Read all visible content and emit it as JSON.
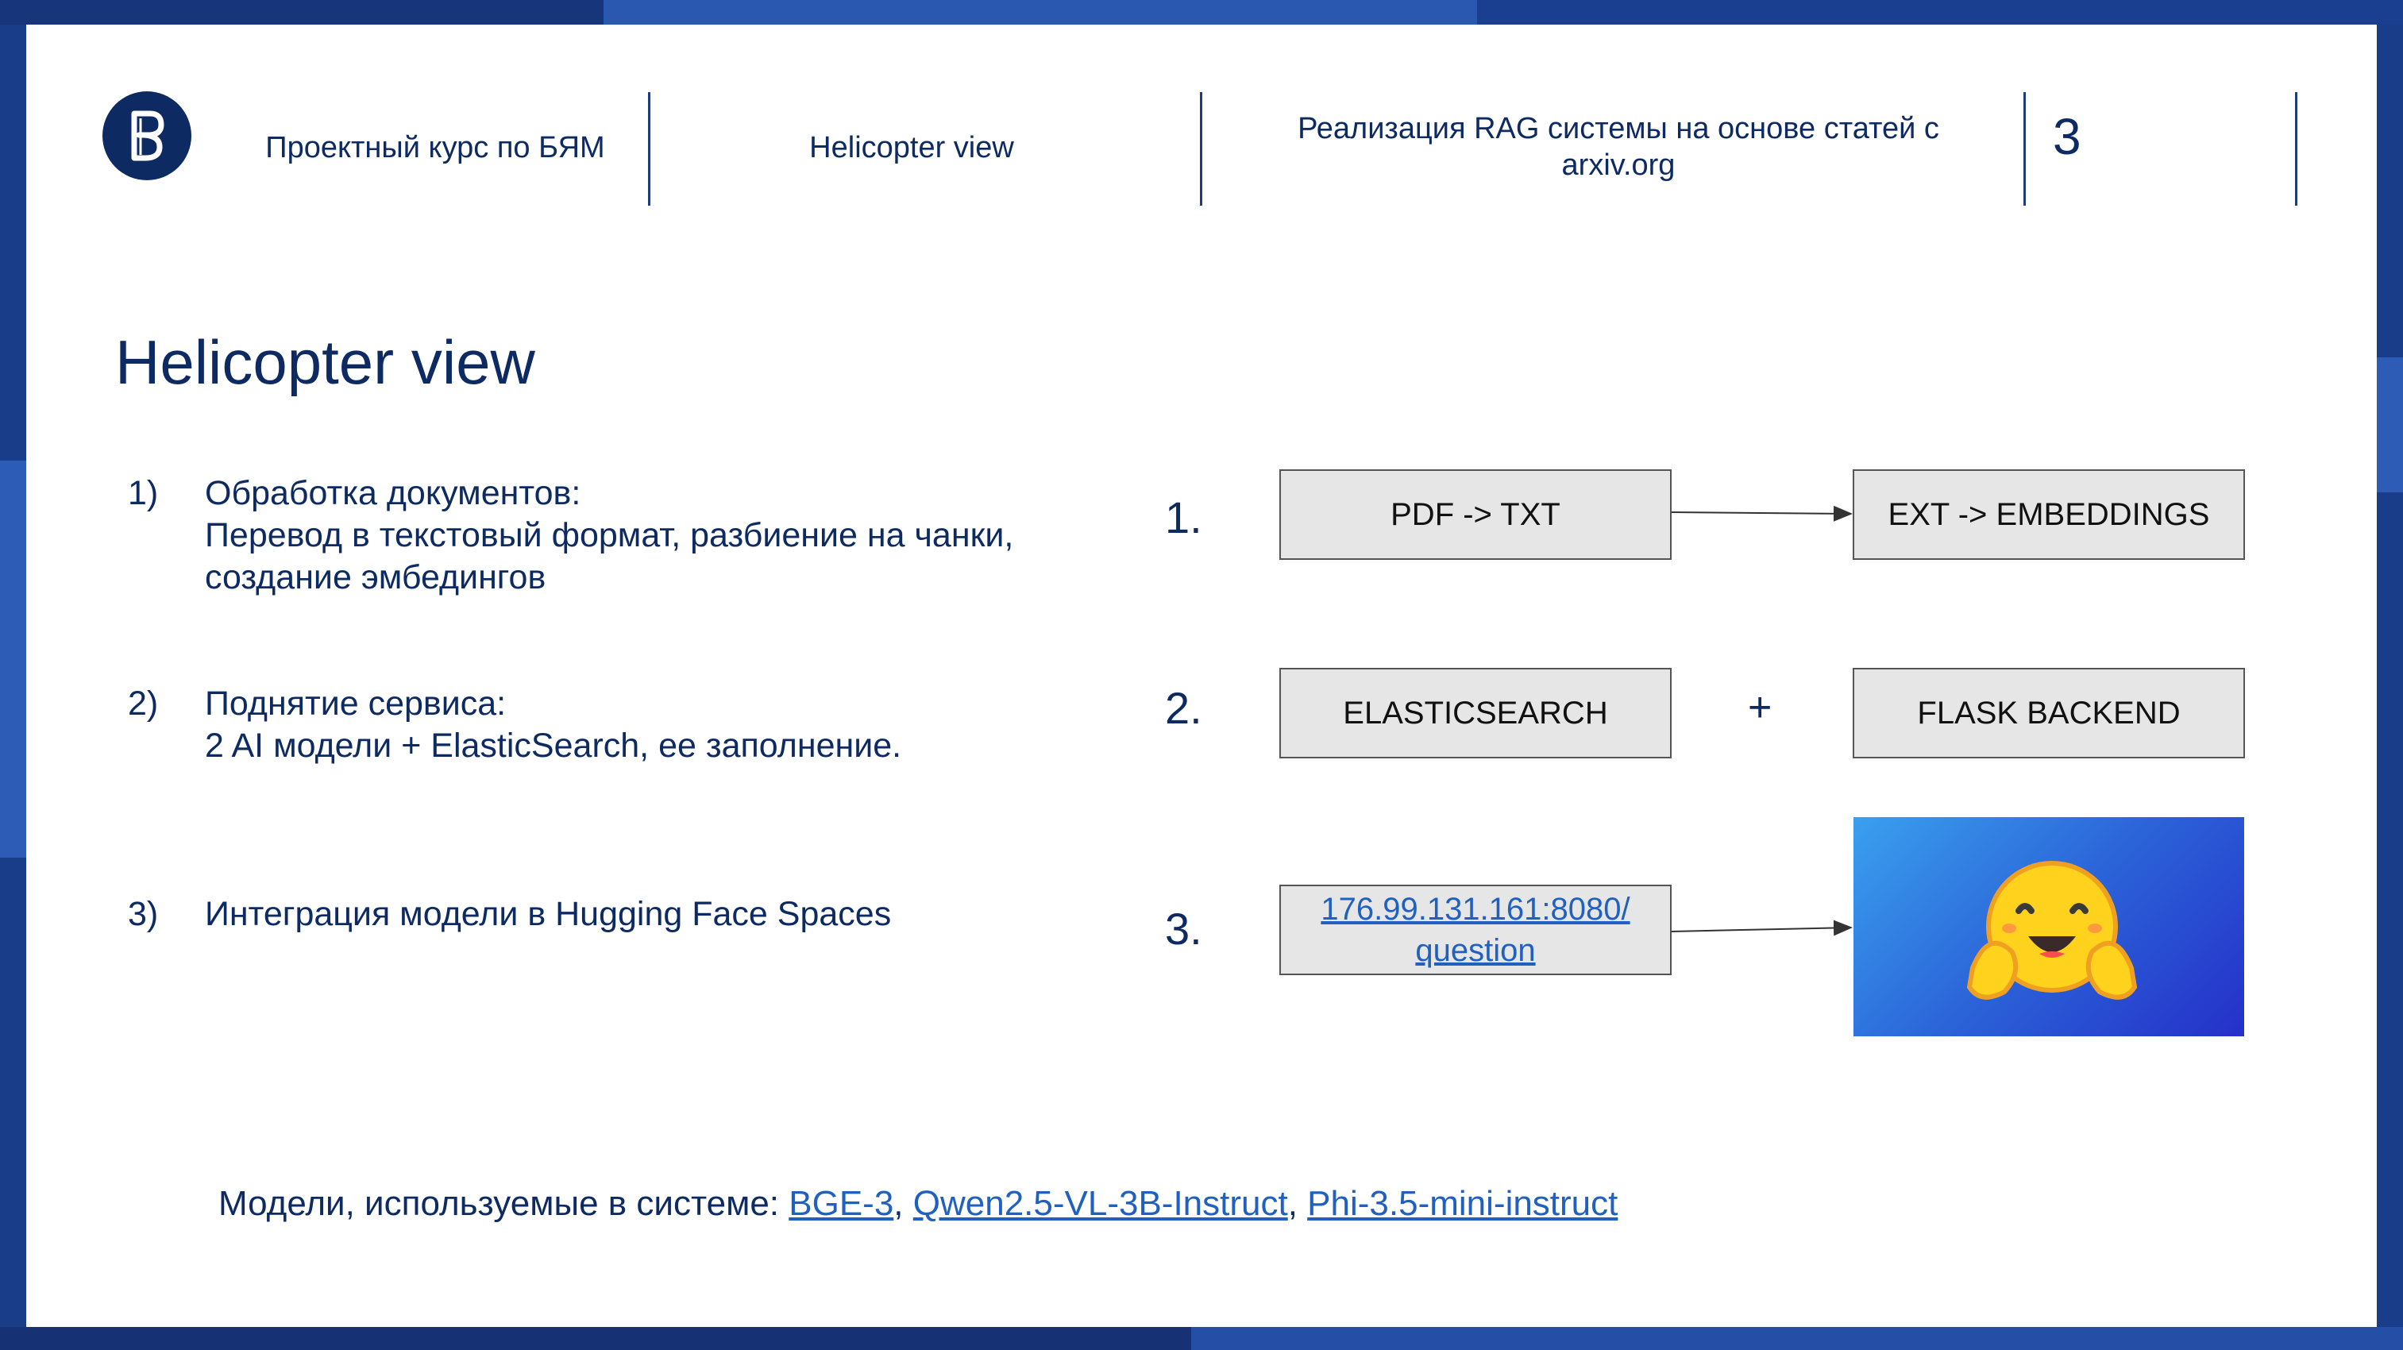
{
  "header": {
    "course": "Проектный курс по БЯМ",
    "section": "Helicopter view",
    "topic": "Реализация RAG системы на основе статей с arxiv.org",
    "slide_number": "3"
  },
  "title": "Helicopter view",
  "steps": [
    {
      "num": "1)",
      "heading": "Обработка документов:",
      "line2": "Перевод в текстовый формат, разбиение на чанки,",
      "line3": "создание эмбедингов"
    },
    {
      "num": "2)",
      "heading": "Поднятие сервиса:",
      "line2": "2 AI модели + ElasticSearch, ее заполнение."
    },
    {
      "num": "3)",
      "heading": "Интеграция модели в Hugging Face Spaces"
    }
  ],
  "diagram": {
    "row1": {
      "num": "1.",
      "left": "PDF -> TXT",
      "right": "EXT -> EMBEDDINGS"
    },
    "row2": {
      "num": "2.",
      "left": "ELASTICSEARCH",
      "joiner": "+",
      "right": "FLASK BACKEND"
    },
    "row3": {
      "num": "3.",
      "link_line1": "176.99.131.161:8080/",
      "link_line2": "question",
      "image": "hugging-face-emoji"
    }
  },
  "footer": {
    "prefix": "Модели, используемые в системе: ",
    "models": [
      "BGE-3",
      "Qwen2.5-VL-3B-Instruct",
      "Phi-3.5-mini-instruct"
    ],
    "sep": ", "
  },
  "colors": {
    "frame": "#1a3d8a",
    "text": "#0d2a63",
    "link": "#2060c0",
    "box": "#e6e6e6"
  }
}
